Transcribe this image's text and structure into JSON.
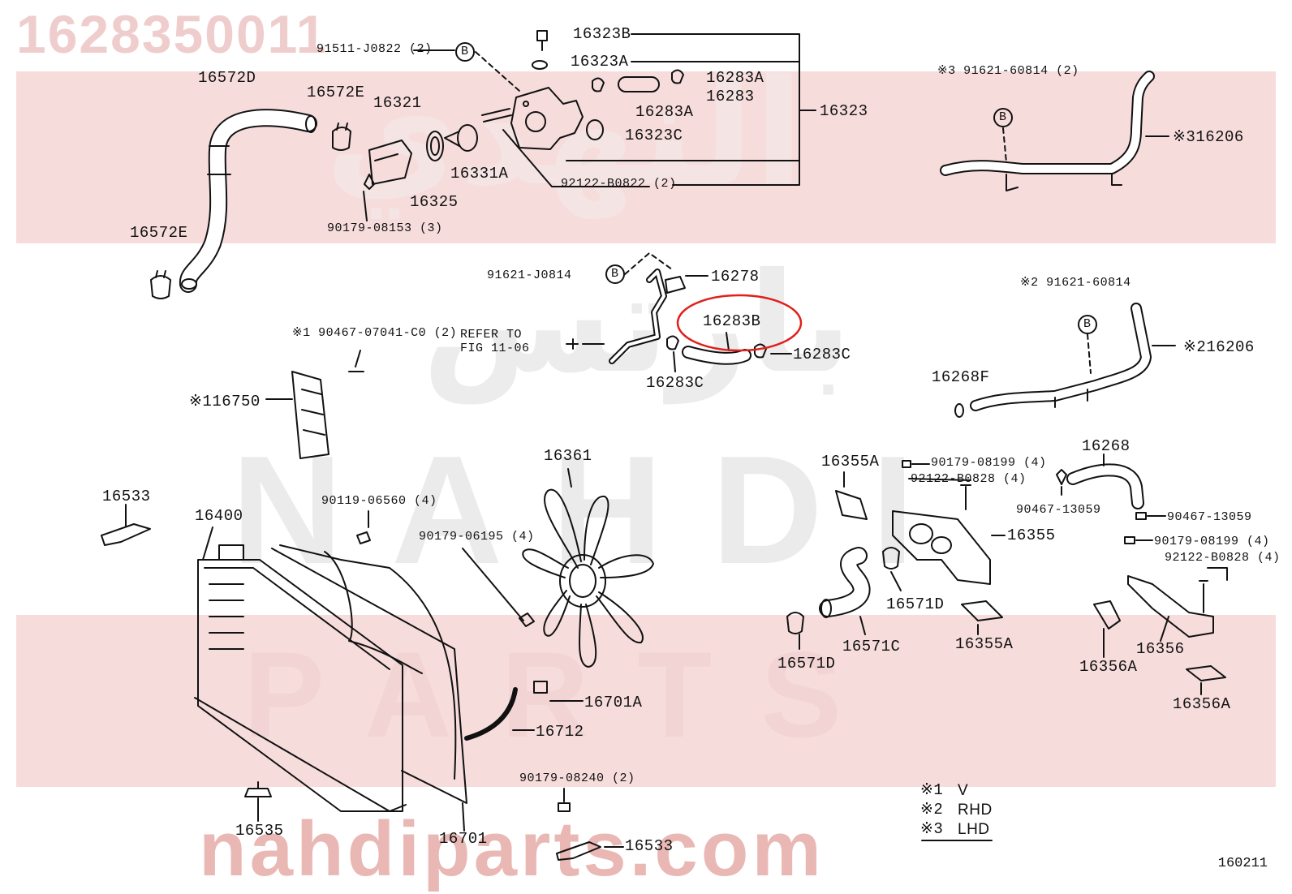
{
  "watermarks": {
    "part_number": "1628350011",
    "brand_top": "NAHDI",
    "brand_bottom": "PARTS",
    "site": "nahdiparts.com",
    "arabic_1": "النهدي",
    "arabic_2": "بارتس"
  },
  "labels": [
    {
      "id": "l1",
      "text": "91511-J0822 (2)"
    },
    {
      "id": "l2",
      "text": "16323B"
    },
    {
      "id": "l3",
      "text": "16323A"
    },
    {
      "id": "l4",
      "text": "16283A"
    },
    {
      "id": "l5",
      "text": "16283"
    },
    {
      "id": "l6",
      "text": "16283A"
    },
    {
      "id": "l7",
      "text": "16323"
    },
    {
      "id": "l8",
      "text": "16323C"
    },
    {
      "id": "l9",
      "text": "16572D"
    },
    {
      "id": "l10",
      "text": "16572E"
    },
    {
      "id": "l11",
      "text": "16321"
    },
    {
      "id": "l12",
      "text": "16331A"
    },
    {
      "id": "l13",
      "text": "16325"
    },
    {
      "id": "l14",
      "text": "92122-B0822 (2)"
    },
    {
      "id": "l15",
      "text": "90179-08153 (3)"
    },
    {
      "id": "l16",
      "text": "16572E"
    },
    {
      "id": "l17",
      "text": "※3 91621-60814 (2)"
    },
    {
      "id": "l18",
      "text": "※316206"
    },
    {
      "id": "l19",
      "text": "91621-J0814"
    },
    {
      "id": "l20",
      "text": "16278"
    },
    {
      "id": "l21",
      "text": "16283B"
    },
    {
      "id": "l22",
      "text": "16283C"
    },
    {
      "id": "l23",
      "text": "16283C"
    },
    {
      "id": "l24",
      "text": "REFER TO"
    },
    {
      "id": "l25",
      "text": "FIG 11-06"
    },
    {
      "id": "l26",
      "text": "※1 90467-07041-C0 (2)"
    },
    {
      "id": "l27",
      "text": "※116750"
    },
    {
      "id": "l28",
      "text": "※2 91621-60814"
    },
    {
      "id": "l29",
      "text": "※216206"
    },
    {
      "id": "l30",
      "text": "16268F"
    },
    {
      "id": "l31",
      "text": "16361"
    },
    {
      "id": "l32",
      "text": "16533"
    },
    {
      "id": "l33",
      "text": "16400"
    },
    {
      "id": "l34",
      "text": "90119-06560 (4)"
    },
    {
      "id": "l35",
      "text": "90179-06195 (4)"
    },
    {
      "id": "l36",
      "text": "16355A"
    },
    {
      "id": "l37",
      "text": "90179-08199 (4)"
    },
    {
      "id": "l38",
      "text": "92122-B0828 (4)"
    },
    {
      "id": "l39",
      "text": "16268"
    },
    {
      "id": "l40",
      "text": "16355"
    },
    {
      "id": "l41",
      "text": "90467-13059"
    },
    {
      "id": "l42",
      "text": "90467-13059"
    },
    {
      "id": "l43",
      "text": "90179-08199 (4)"
    },
    {
      "id": "l44",
      "text": "92122-B0828 (4)"
    },
    {
      "id": "l45",
      "text": "16571D"
    },
    {
      "id": "l46",
      "text": "16355A"
    },
    {
      "id": "l47",
      "text": "16356A"
    },
    {
      "id": "l48",
      "text": "16356"
    },
    {
      "id": "l49",
      "text": "16571D"
    },
    {
      "id": "l50",
      "text": "16571C"
    },
    {
      "id": "l51",
      "text": "16356A"
    },
    {
      "id": "l52",
      "text": "16701A"
    },
    {
      "id": "l53",
      "text": "16712"
    },
    {
      "id": "l54",
      "text": "90179-08240 (2)"
    },
    {
      "id": "l55",
      "text": "16535"
    },
    {
      "id": "l56",
      "text": "16701"
    },
    {
      "id": "l57",
      "text": "16533"
    }
  ],
  "callout_marker": "B",
  "legend": [
    {
      "mark": "※1",
      "value": "V"
    },
    {
      "mark": "※2",
      "value": "RHD"
    },
    {
      "mark": "※3",
      "value": "LHD"
    }
  ],
  "highlight": {
    "part": "16283B",
    "color": "#e0201c"
  },
  "figure_number": "160211",
  "colors": {
    "line": "#111111",
    "band": "#f7dcdc",
    "watermark_red": "#e9b8b4"
  }
}
